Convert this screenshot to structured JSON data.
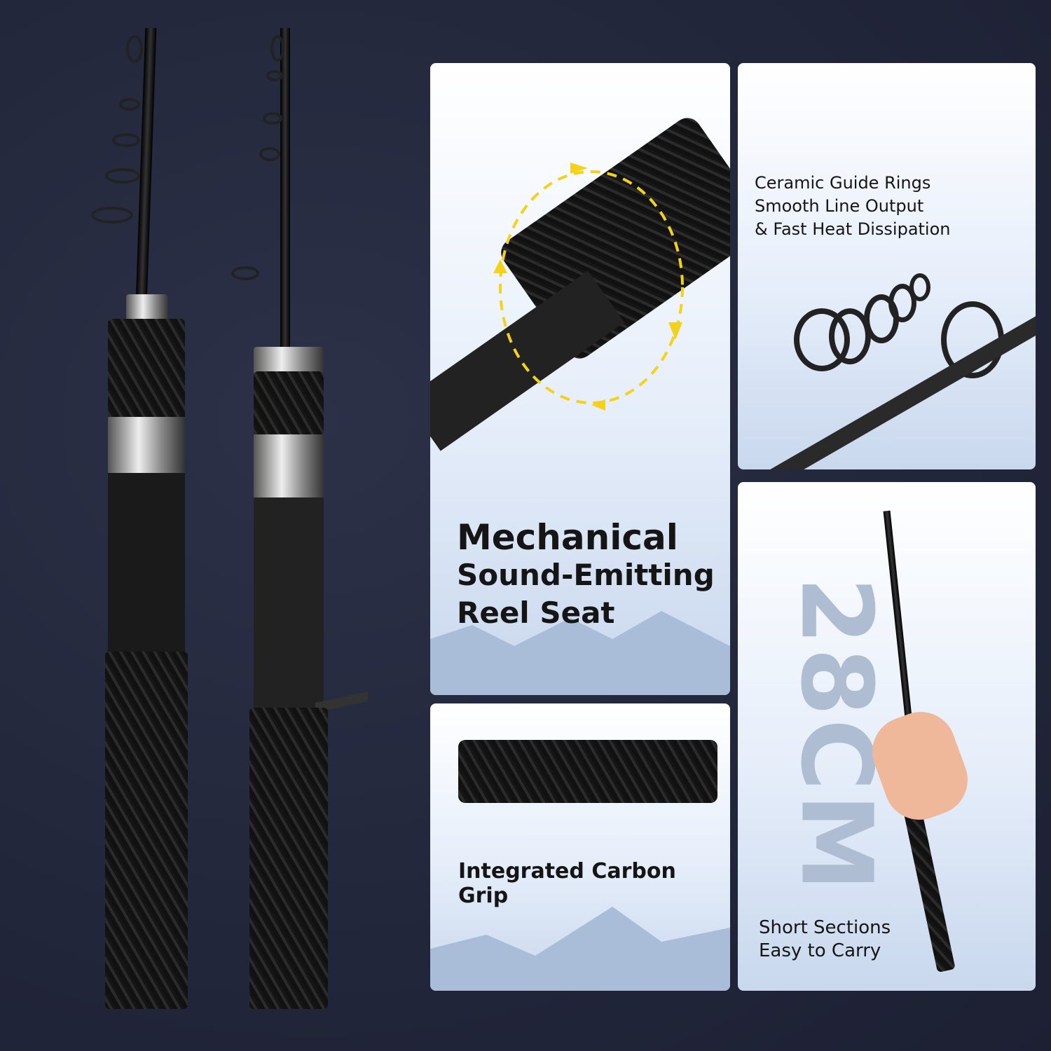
{
  "panels": {
    "reel_seat": {
      "title_line1": "Mechanical",
      "title_line2": "Sound-Emitting",
      "title_line3": "Reel Seat"
    },
    "guide_rings": {
      "line1": "Ceramic Guide Rings",
      "line2": "Smooth Line Output",
      "line3": "& Fast Heat Dissipation"
    },
    "grip": {
      "label": "Integrated Carbon Grip"
    },
    "length": {
      "size": "28CM",
      "line1": "Short Sections",
      "line2": "Easy to Carry"
    }
  },
  "colors": {
    "background": "#22263a",
    "arrow": "#f5d21a",
    "panel": "#e6eefa"
  }
}
